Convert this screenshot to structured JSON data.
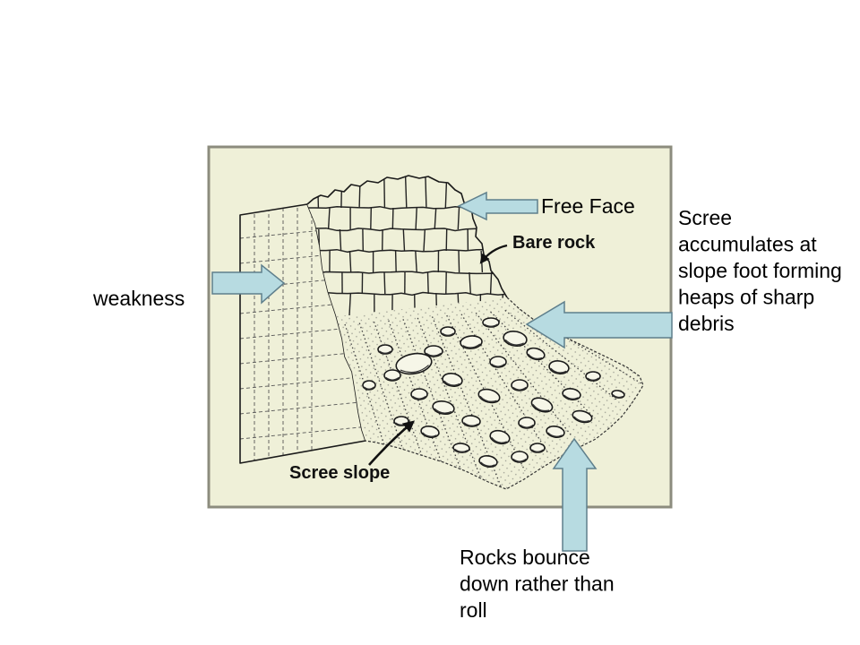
{
  "slide": {
    "labels": {
      "free_face": "Free Face",
      "weakness": "weakness",
      "scree_note": [
        "Scree",
        "accumulates at",
        "slope foot forming",
        "heaps of sharp",
        "debris"
      ],
      "rocks_note": [
        "Rocks bounce",
        "down rather than",
        "roll"
      ]
    },
    "illustration": {
      "bare_rock": "Bare rock",
      "scree_slope": "Scree slope"
    }
  },
  "colors": {
    "page_background": "#ffffff",
    "illustration_background": "#eff0d8",
    "illustration_border": "#8c8c7e",
    "callout_arrow_fill": "#b7dbe1",
    "callout_arrow_stroke": "#5f7f8c",
    "text": "#000000"
  }
}
